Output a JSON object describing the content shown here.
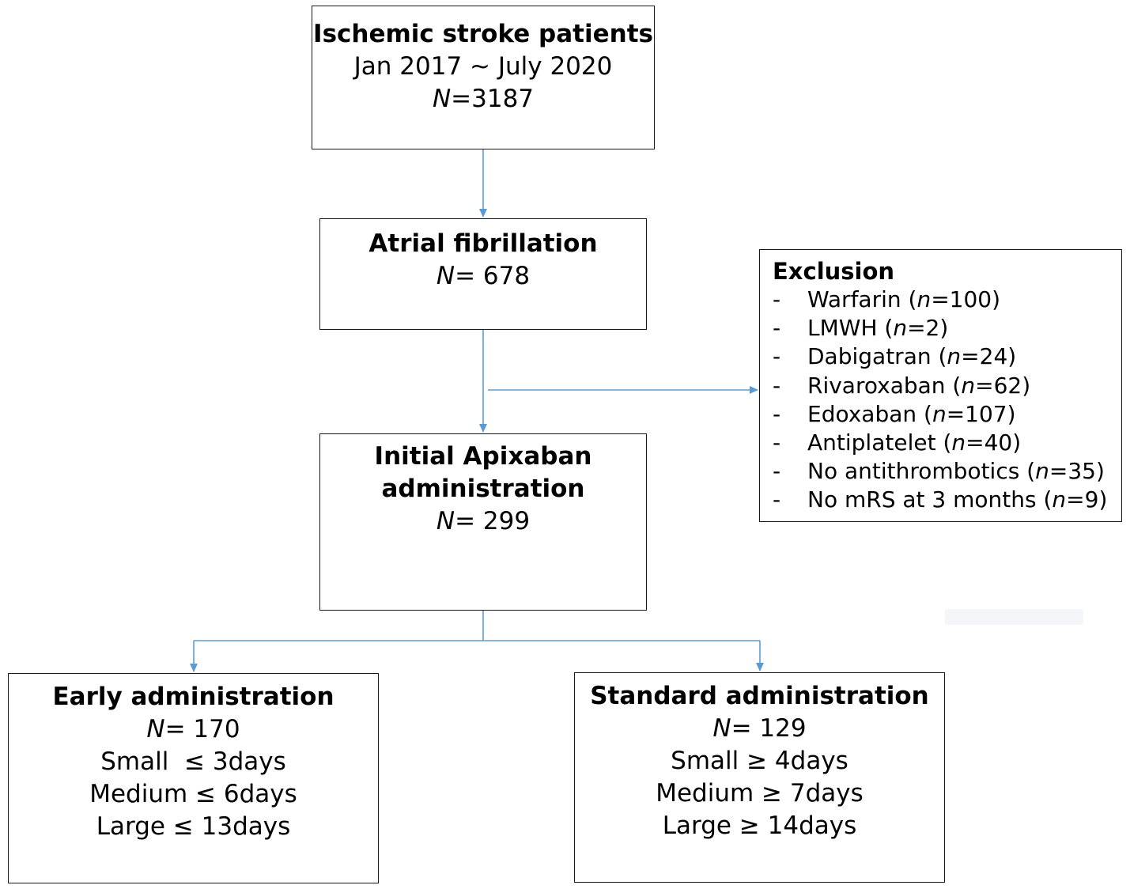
{
  "start": {
    "title": "Ischemic stroke patients",
    "period": "Jan 2017 ~ July 2020",
    "n_symbol": "N",
    "n_text": "=3187"
  },
  "af": {
    "title": "Atrial fibrillation",
    "n_symbol": "N",
    "n_text": "= 678"
  },
  "apixaban": {
    "title_line1": "Initial Apixaban",
    "title_line2": "administration",
    "n_symbol": "N",
    "n_text": "= 299"
  },
  "exclusion": {
    "title": "Exclusion",
    "items": [
      {
        "dash": "-",
        "name": "Warfarin (",
        "n_symbol": "n",
        "value": "=100)"
      },
      {
        "dash": "-",
        "name": "LMWH (",
        "n_symbol": "n",
        "value": "=2)"
      },
      {
        "dash": "-",
        "name": "Dabigatran (",
        "n_symbol": "n",
        "value": "=24)"
      },
      {
        "dash": "-",
        "name": "Rivaroxaban (",
        "n_symbol": "n",
        "value": "=62)"
      },
      {
        "dash": "-",
        "name": "Edoxaban (",
        "n_symbol": "n",
        "value": "=107)"
      },
      {
        "dash": "-",
        "name": "Antiplatelet (",
        "n_symbol": "n",
        "value": "=40)"
      },
      {
        "dash": "-",
        "name": "No antithrombotics (",
        "n_symbol": "n",
        "value": "=35)"
      },
      {
        "dash": "-",
        "name": "No mRS at 3 months (",
        "n_symbol": "n",
        "value": "=9)"
      }
    ]
  },
  "early": {
    "title": "Early administration",
    "n_symbol": "N",
    "n_text": "= 170",
    "small": "Small  ≤ 3days",
    "medium": "Medium ≤ 6days",
    "large": "Large ≤ 13days"
  },
  "standard": {
    "title": "Standard administration",
    "n_symbol": "N",
    "n_text": "= 129",
    "small": "Small ≥ 4days",
    "medium": "Medium ≥ 7days",
    "large": "Large ≥ 14days"
  },
  "colors": {
    "arrow": "#5b9bd5",
    "border": "#1a1a1a"
  }
}
